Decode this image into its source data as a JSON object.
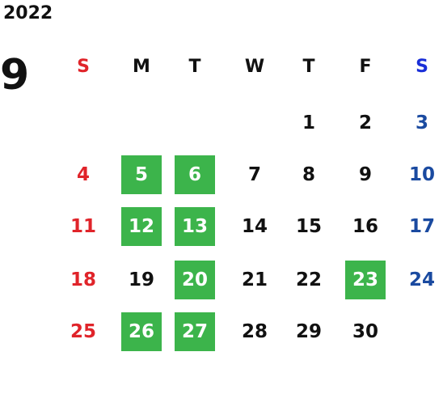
{
  "calendar": {
    "year": "2022",
    "month": "9",
    "weekdays": [
      "S",
      "M",
      "T",
      "W",
      "T",
      "F",
      "S"
    ],
    "first_weekday_index": 4,
    "days_in_month": 30,
    "highlighted_days": [
      5,
      6,
      12,
      13,
      20,
      23,
      26,
      27
    ],
    "colors": {
      "highlight_bg": "#3cb44b",
      "highlight_text": "#ffffff",
      "sunday": "#e0242a",
      "saturday_header": "#1a2fd8",
      "saturday": "#1a4aa0",
      "weekday": "#111111"
    }
  }
}
